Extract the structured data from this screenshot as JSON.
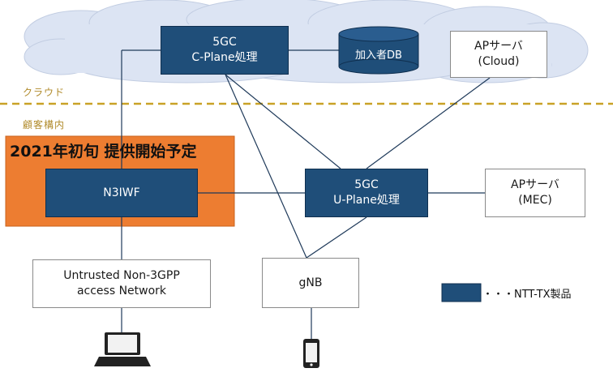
{
  "zones": {
    "cloud_label": "クラウド",
    "customer_label": "顧客構内"
  },
  "banner": {
    "title": "2021年初旬 提供開始予定"
  },
  "nodes": {
    "c_plane": {
      "line1": "5GC",
      "line2": "C-Plane処理"
    },
    "subscriber_db": {
      "label": "加入者DB"
    },
    "ap_cloud": {
      "line1": "APサーバ",
      "line2": "(Cloud)"
    },
    "n3iwf": {
      "label": "N3IWF"
    },
    "u_plane": {
      "line1": "5GC",
      "line2": "U-Plane処理"
    },
    "ap_mec": {
      "line1": "APサーバ",
      "line2": "(MEC)"
    },
    "untrusted": {
      "line1": "Untrusted Non-3GPP",
      "line2": "access Network"
    },
    "gnb": {
      "label": "gNB"
    }
  },
  "legend": {
    "text": "・・・NTT-TX製品"
  },
  "colors": {
    "product": "#1f4e79",
    "banner": "#ed7d31",
    "cloud": "#dce4f3",
    "boundary": "#c9a227"
  },
  "icons": [
    "laptop-icon",
    "smartphone-icon"
  ]
}
